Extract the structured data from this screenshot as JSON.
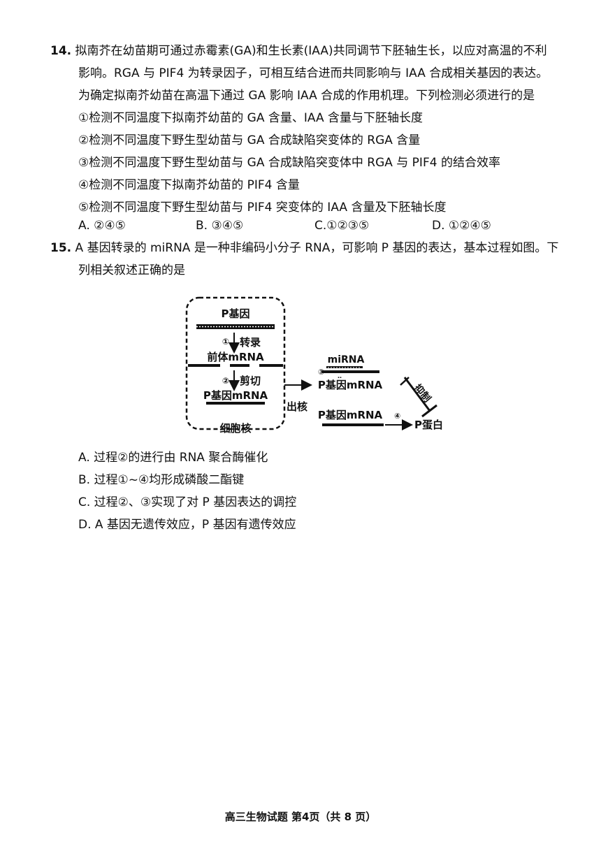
{
  "q14": {
    "number": "14.",
    "stem": [
      "拟南芥在幼苗期可通过赤霉素(GA)和生长素(IAA)共同调节下胚轴生长，以应对高温的不利",
      "影响。RGA 与 PIF4 为转录因子，可相互结合进而共同影响与 IAA 合成相关基因的表达。",
      "为确定拟南芥幼苗在高温下通过 GA 影响 IAA 合成的作用机理。下列检测必须进行的是"
    ],
    "items": [
      "①检测不同温度下拟南芥幼苗的 GA 含量、IAA 含量与下胚轴长度",
      "②检测不同温度下野生型幼苗与 GA 合成缺陷突变体的 RGA 含量",
      "③检测不同温度下野生型幼苗与 GA 合成缺陷突变体中 RGA 与 PIF4 的结合效率",
      "④检测不同温度下拟南芥幼苗的 PIF4 含量",
      "⑤检测不同温度下野生型幼苗与 PIF4 突变体的 IAA 含量及下胚轴长度"
    ],
    "options": [
      "A. ②④⑤",
      "B. ③④⑤",
      "C.①②③⑤",
      "D. ①②④⑤"
    ]
  },
  "q15": {
    "number": "15.",
    "stem": [
      "A 基因转录的 miRNA 是一种非编码小分子 RNA，可影响 P 基因的表达，基本过程如图。下",
      "列相关叙述正确的是"
    ],
    "diagram": {
      "p_gene": "P基因",
      "step1_num": "①",
      "step1_label": "转录",
      "pre_mrna": "前体mRNA",
      "step2_num": "②",
      "step2_label": "剪切",
      "p_mrna_nucleus": "P基因mRNA",
      "nucleus": "细胞核",
      "export": "出核",
      "mirna": "miRNA",
      "step3_num": "③",
      "p_mrna_bound": "P基因mRNA",
      "p_mrna_free": "P基因mRNA",
      "step4_num": "④",
      "p_protein": "P蛋白",
      "inhibit": "抑制"
    },
    "options": [
      "A. 过程②的进行由 RNA 聚合酶催化",
      "B. 过程①~④均形成磷酸二酯键",
      "C. 过程②、③实现了对 P 基因表达的调控",
      "D. A 基因无遗传效应，P 基因有遗传效应"
    ]
  },
  "footer": "高三生物试题 第4页（共 8 页）"
}
